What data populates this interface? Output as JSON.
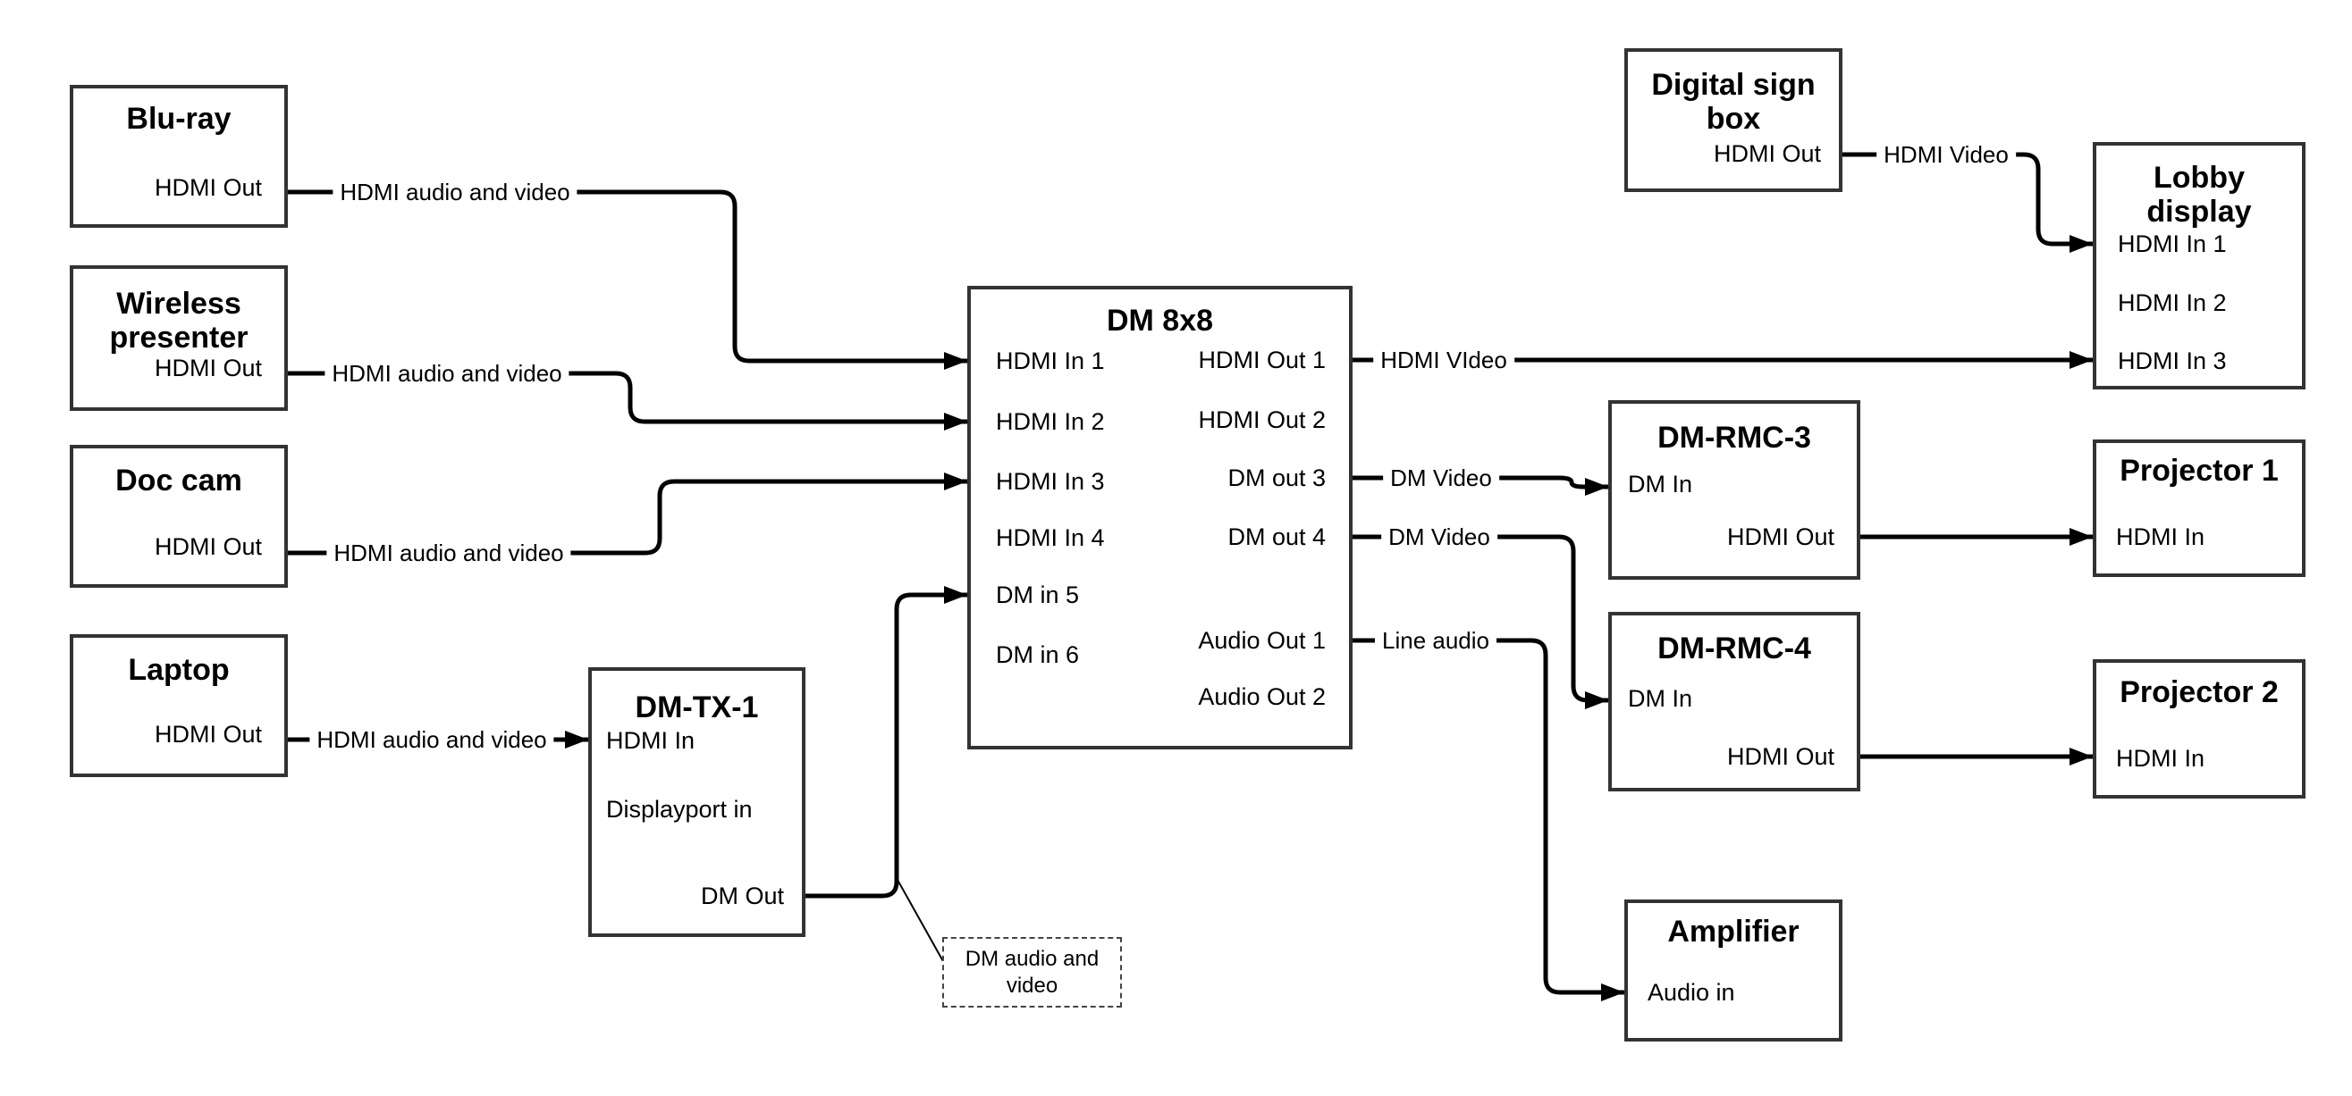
{
  "diagram": {
    "colors": {
      "line": "#000000",
      "box_border": "#333333",
      "text": "#000000",
      "background": "#ffffff"
    },
    "nodes": {
      "bluray": {
        "title": "Blu-ray",
        "ports": {
          "hdmi_out": "HDMI Out"
        }
      },
      "wireless": {
        "title": "Wireless presenter",
        "ports": {
          "hdmi_out": "HDMI Out"
        }
      },
      "doccam": {
        "title": "Doc cam",
        "ports": {
          "hdmi_out": "HDMI Out"
        }
      },
      "laptop": {
        "title": "Laptop",
        "ports": {
          "hdmi_out": "HDMI Out"
        }
      },
      "dmtx1": {
        "title": "DM-TX-1",
        "ports": {
          "hdmi_in": "HDMI In",
          "displayport_in": "Displayport in",
          "dm_out": "DM Out"
        }
      },
      "dm8x8": {
        "title": "DM 8x8",
        "inputs": [
          "HDMI In 1",
          "HDMI In 2",
          "HDMI In 3",
          "HDMI In 4",
          "DM in 5",
          "DM in 6"
        ],
        "outputs": [
          "HDMI Out 1",
          "HDMI Out 2",
          "DM out 3",
          "DM out 4",
          "Audio Out 1",
          "Audio Out 2"
        ]
      },
      "signbox": {
        "title": "Digital sign box",
        "ports": {
          "hdmi_out": "HDMI Out"
        }
      },
      "lobby": {
        "title": "Lobby display",
        "ports": {
          "hdmi_in_1": "HDMI In 1",
          "hdmi_in_2": "HDMI In 2",
          "hdmi_in_3": "HDMI In 3"
        }
      },
      "rmc3": {
        "title": "DM-RMC-3",
        "ports": {
          "dm_in": "DM In",
          "hdmi_out": "HDMI Out"
        }
      },
      "proj1": {
        "title": "Projector 1",
        "ports": {
          "hdmi_in": "HDMI In"
        }
      },
      "rmc4": {
        "title": "DM-RMC-4",
        "ports": {
          "dm_in": "DM In",
          "hdmi_out": "HDMI Out"
        }
      },
      "proj2": {
        "title": "Projector 2",
        "ports": {
          "hdmi_in": "HDMI In"
        }
      },
      "amp": {
        "title": "Amplifier",
        "ports": {
          "audio_in": "Audio in"
        }
      }
    },
    "edge_labels": {
      "bluray_dm8x8": "HDMI audio and video",
      "wireless_dm8x8": "HDMI audio and video",
      "doccam_dm8x8": "HDMI audio and video",
      "laptop_dmtx1": "HDMI audio and video",
      "hdmi_out1_lobby": "HDMI VIdeo",
      "signbox_lobby": "HDMI Video",
      "dm_out3_rmc3": "DM Video",
      "dm_out4_rmc4": "DM Video",
      "audio_out1_amp": "Line audio"
    },
    "note": {
      "text": "DM audio and video"
    }
  }
}
